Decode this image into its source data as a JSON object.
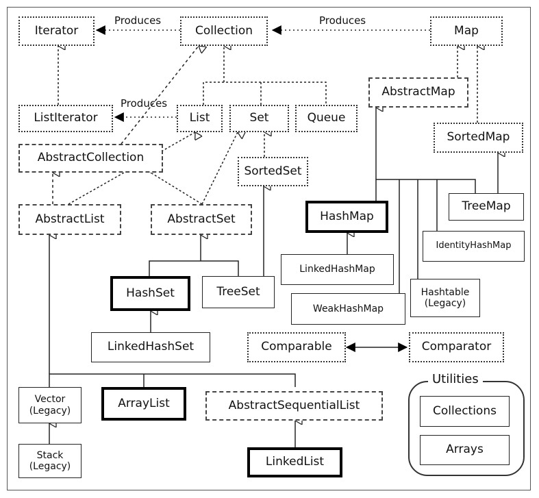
{
  "boxes": {
    "iterator": "Iterator",
    "collection": "Collection",
    "map": "Map",
    "list_iterator": "ListIterator",
    "list": "List",
    "set": "Set",
    "queue": "Queue",
    "abstract_map": "AbstractMap",
    "sorted_map": "SortedMap",
    "abstract_collection": "AbstractCollection",
    "sorted_set": "SortedSet",
    "abstract_list": "AbstractList",
    "abstract_set": "AbstractSet",
    "hash_map": "HashMap",
    "tree_map": "TreeMap",
    "identity_hash_map": "IdentityHashMap",
    "linked_hash_map": "LinkedHashMap",
    "hash_set": "HashSet",
    "tree_set": "TreeSet",
    "weak_hash_map": "WeakHashMap",
    "hashtable": "Hashtable\n(Legacy)",
    "linked_hash_set": "LinkedHashSet",
    "comparable": "Comparable",
    "comparator": "Comparator",
    "vector": "Vector\n(Legacy)",
    "array_list": "ArrayList",
    "abstract_sequential_list": "AbstractSequentialList",
    "stack": "Stack\n(Legacy)",
    "linked_list": "LinkedList",
    "collections": "Collections",
    "arrays": "Arrays"
  },
  "labels": {
    "produces_iterator": "Produces",
    "produces_map": "Produces",
    "produces_list_iterator": "Produces"
  },
  "utilities": {
    "title": "Utilities"
  }
}
